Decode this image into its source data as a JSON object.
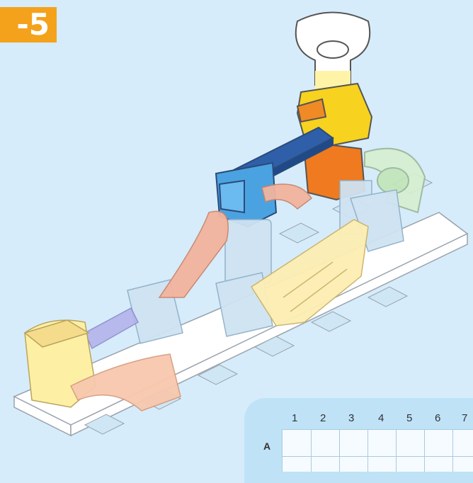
{
  "step_badge": "-5",
  "grid": {
    "columns": [
      "1",
      "2",
      "3",
      "4",
      "5",
      "6",
      "7"
    ],
    "rows": [
      "A"
    ]
  }
}
